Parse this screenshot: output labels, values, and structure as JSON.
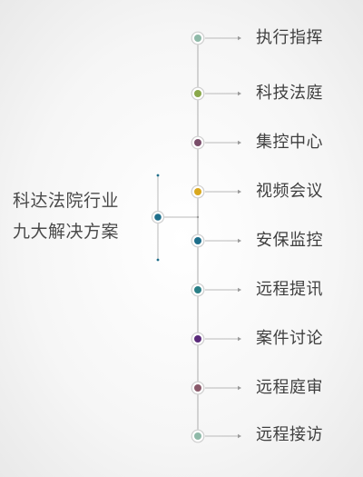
{
  "root": {
    "line1": "科达法院行业",
    "line2": "九大解决方案",
    "node_color": "#1f6f8b"
  },
  "items": [
    {
      "label": "执行指挥",
      "color": "#8fb9a8"
    },
    {
      "label": "科技法庭",
      "color": "#8aa84b"
    },
    {
      "label": "集控中心",
      "color": "#7a4e6a"
    },
    {
      "label": "视频会议",
      "color": "#d9a81e"
    },
    {
      "label": "安保监控",
      "color": "#1f6f8b"
    },
    {
      "label": "远程提讯",
      "color": "#2a7f86"
    },
    {
      "label": "案件讨论",
      "color": "#5a2a7a"
    },
    {
      "label": "远程庭审",
      "color": "#8a5a6a"
    },
    {
      "label": "远程接访",
      "color": "#8fb9a8"
    }
  ],
  "colors": {
    "line": "#b9b9b9",
    "ring": "#cfcfcf",
    "arrow": "#9a9a9a",
    "bracket_dot": "#1f6f8b"
  }
}
